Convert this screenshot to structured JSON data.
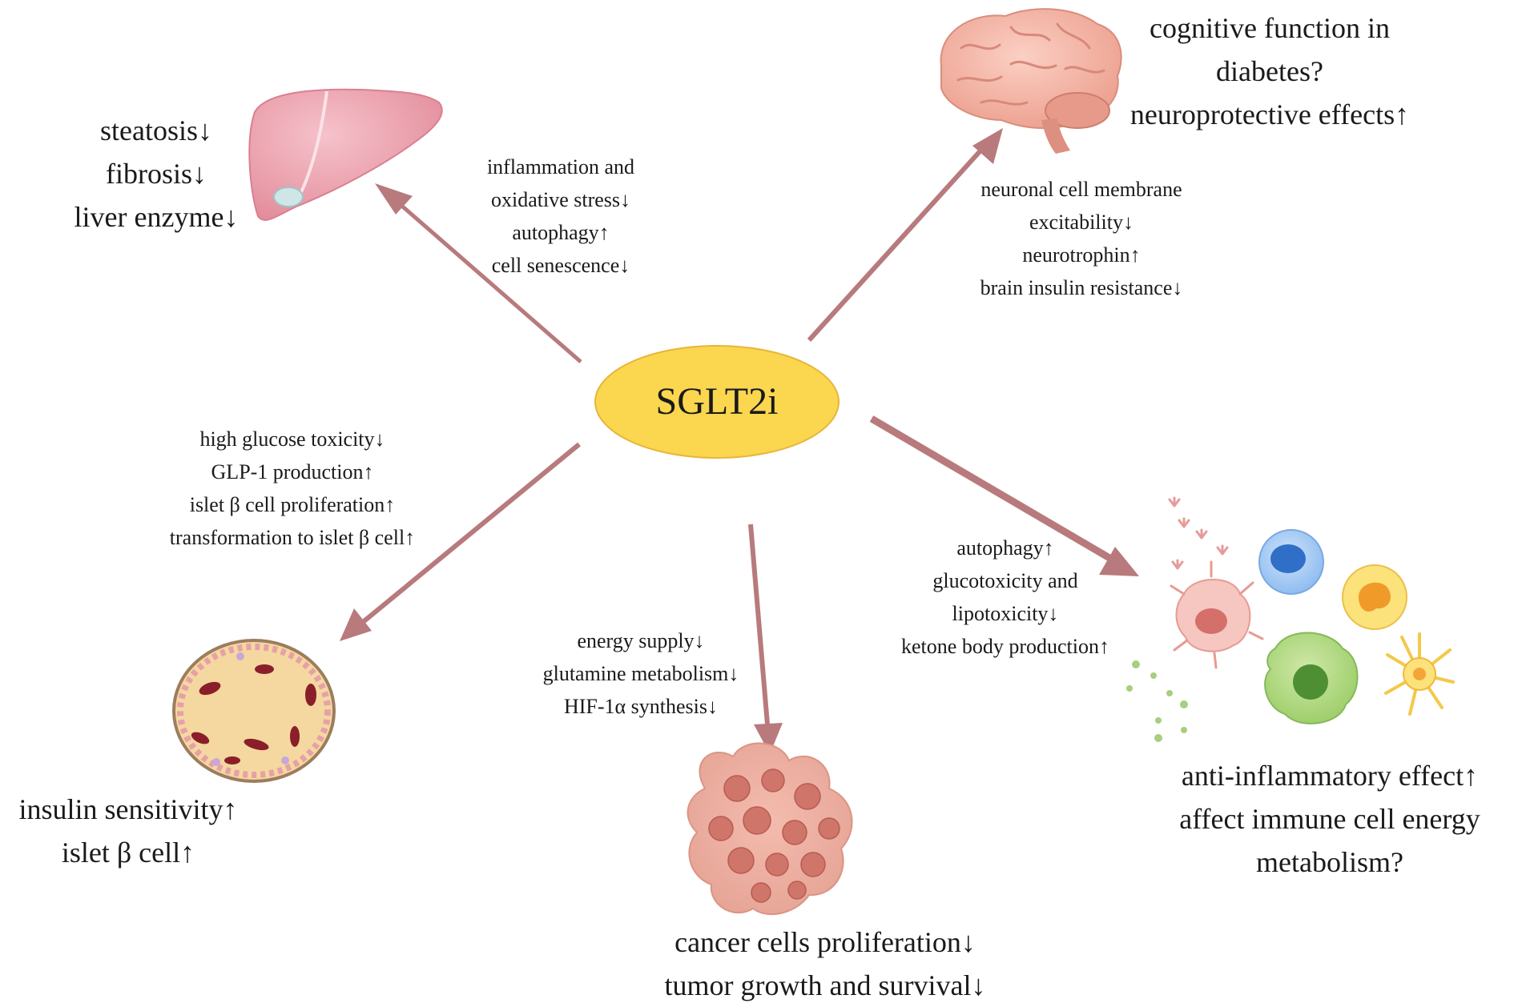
{
  "center": {
    "label": "SGLT2i"
  },
  "liver": {
    "outcomes": [
      "steatosis↓",
      "fibrosis↓",
      "liver enzyme↓"
    ],
    "mechanisms": [
      "inflammation and",
      "oxidative stress↓",
      "autophagy↑",
      "cell senescence↓"
    ]
  },
  "brain": {
    "outcomes": [
      "cognitive function in",
      "diabetes?",
      "neuroprotective effects↑"
    ],
    "mechanisms": [
      "neuronal cell membrane",
      "excitability↓",
      "neurotrophin↑",
      "brain insulin resistance↓"
    ]
  },
  "islet": {
    "mechanisms": [
      "high glucose toxicity↓",
      "GLP-1 production↑",
      "islet β cell proliferation↑",
      "transformation to islet β cell↑"
    ],
    "outcomes": [
      "insulin sensitivity↑",
      "islet β cell↑"
    ]
  },
  "tumor": {
    "mechanisms": [
      "energy supply↓",
      "glutamine metabolism↓",
      "HIF-1α synthesis↓"
    ],
    "outcomes": [
      "cancer cells proliferation↓",
      "tumor growth and survival↓"
    ]
  },
  "immune": {
    "mechanisms": [
      "autophagy↑",
      "glucotoxicity and",
      "lipotoxicity↓",
      "ketone body production↑"
    ],
    "outcomes": [
      "anti-inflammatory effect↑",
      "affect immune cell energy",
      "metabolism?"
    ]
  },
  "colors": {
    "arrow": "#b87a7c",
    "ellipse_fill": "#fbd64f",
    "ellipse_stroke": "#e8b53a",
    "liver": "#eba0ac",
    "brain": "#f2ab9c",
    "islet": "#f4d8a0",
    "tumor": "#e49a8e"
  },
  "icons": [
    "liver-icon",
    "brain-icon",
    "islet-icon",
    "tumor-icon",
    "immune-cells-icon"
  ]
}
